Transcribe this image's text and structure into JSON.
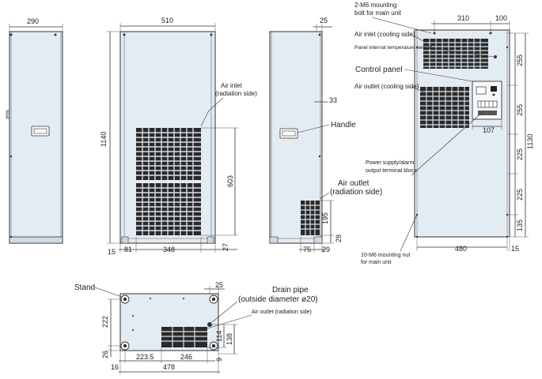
{
  "colors": {
    "panel": "#e3ebf3",
    "line": "#333333",
    "grille": "#2a2a2a"
  },
  "dimensions": {
    "side_left_width": "290",
    "front_width": "510",
    "front_height": "1140",
    "front_grille_height": "603",
    "front_bottom_left": "15",
    "front_bottom_offset": "81",
    "front_grille_width": "348",
    "front_bottom_right": "27",
    "side_top": "25",
    "side_33": "33",
    "side_bottom_195": "195",
    "side_bottom_28": "28",
    "side_bottom_75": "75",
    "side_bottom_29": "29",
    "rear_310": "310",
    "rear_100": "100",
    "rear_255a": "255",
    "rear_255b": "255",
    "rear_1130": "1130",
    "rear_225a": "225",
    "rear_225b": "225",
    "rear_135": "135",
    "rear_480": "480",
    "rear_15": "15",
    "rear_107": "107",
    "bottom_25": "25",
    "bottom_222": "222",
    "bottom_26": "26",
    "bottom_16": "16",
    "bottom_223_5": "223.5",
    "bottom_246": "246",
    "bottom_478": "478",
    "bottom_114": "114",
    "bottom_138": "138",
    "bottom_9": "9"
  },
  "labels": {
    "air_inlet_radiation_1": "Air inlet",
    "air_inlet_radiation_2": "(radiation side)",
    "handle": "Handle",
    "air_outlet_radiation_1": "Air outlet",
    "air_outlet_radiation_2": "(radiation side)",
    "mounting_bolt_1": "2-M6 mounting",
    "mounting_bolt_2": "bolt for main unit",
    "air_inlet_cooling": "Air inlet (cooling side)",
    "panel_sensor": "Panel internal temperature sensor",
    "control_panel": "Control panel",
    "air_outlet_cooling": "Air outlet (cooling side)",
    "power_supply_1": "Power supply/alarm",
    "power_supply_2": "output terminal block",
    "mounting_nut_1": "10-M6 mounting nut",
    "mounting_nut_2": "for main unit",
    "stand": "Stand",
    "drain_pipe_1": "Drain pipe",
    "drain_pipe_2": "(outside diameter ø20)",
    "air_outlet_radiation_side": "Air outlet (radiation side)"
  }
}
